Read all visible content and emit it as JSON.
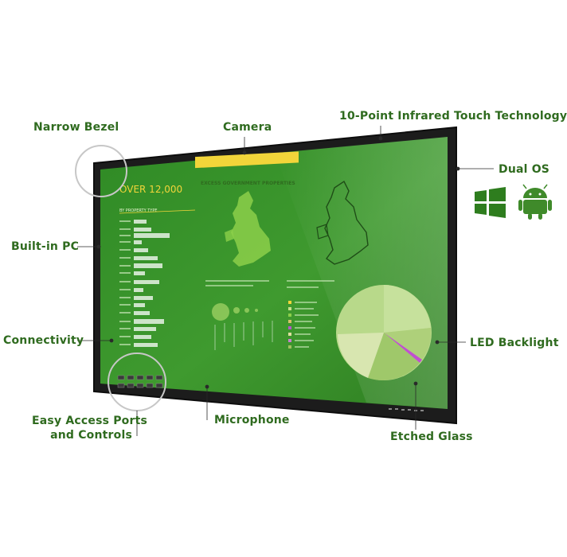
{
  "callouts": {
    "narrow_bezel": "Narrow Bezel",
    "camera": "Camera",
    "touch": "10-Point Infrared Touch Technology",
    "dual_os": "Dual OS",
    "built_in_pc": "Built-in PC",
    "connectivity": "Connectivity",
    "led_backlight": "LED Backlight",
    "ports_line1": "Easy Access Ports",
    "ports_line2": "and Controls",
    "microphone": "Microphone",
    "etched_glass": "Etched Glass"
  },
  "screen": {
    "headline": "OVER 12,000",
    "banner": "EXCESS GOVERNMENT PROPERTIES",
    "section_label": "BY PROPERTY TYPE"
  },
  "colors": {
    "label_green": "#2f6b1f",
    "screen_green": "#3f9a2f",
    "bezel": "#1c1c1c",
    "banner_yellow": "#f2d53a",
    "windows_green": "#2e7d1e",
    "android_green": "#3f8a2a"
  },
  "os_icons": [
    "windows-logo-icon",
    "android-logo-icon"
  ]
}
